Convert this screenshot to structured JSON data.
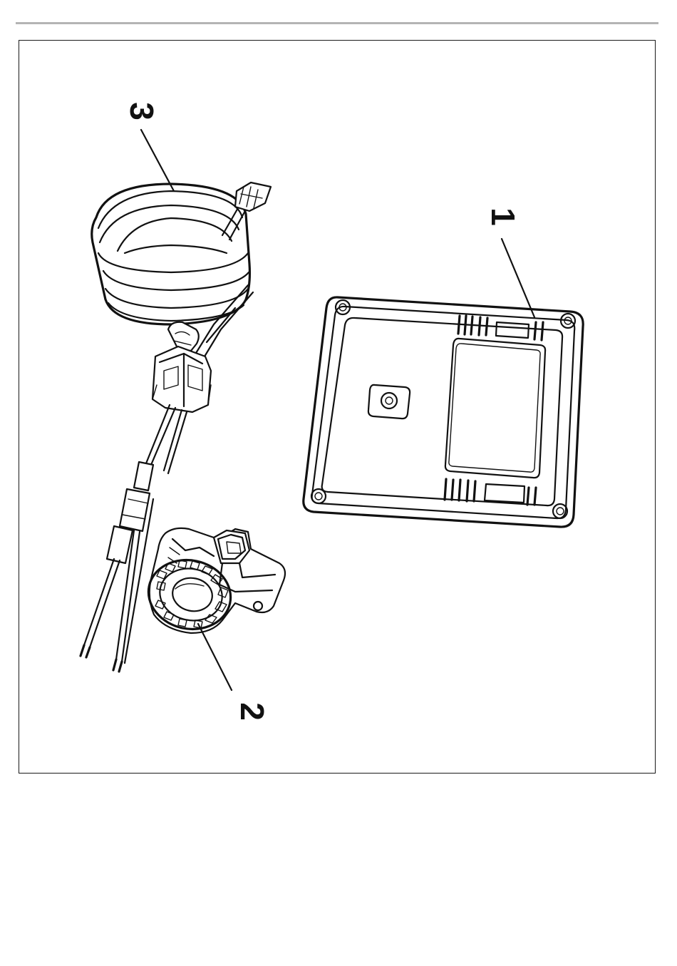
{
  "figure": {
    "callouts": [
      {
        "id": "module",
        "label": "1"
      },
      {
        "id": "sensor",
        "label": "2"
      },
      {
        "id": "harness",
        "label": "3"
      }
    ]
  },
  "colors": {
    "line": "#111111",
    "rule": "#b4b4b4",
    "background": "#ffffff"
  }
}
